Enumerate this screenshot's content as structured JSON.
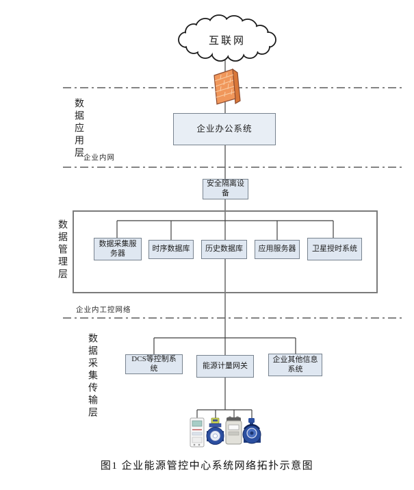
{
  "caption": "图1 企业能源管控中心系统网络拓扑示意图",
  "internet": {
    "label": "互联网",
    "icon": "cloud-icon"
  },
  "firewall": {
    "icon": "firewall-brick-icon"
  },
  "application_layer": {
    "layer_label": "数据应用层",
    "office_system": "企业办公系统",
    "network_label": "企业内网"
  },
  "isolation_device": {
    "label": "安全隔离设备"
  },
  "management_layer": {
    "layer_label": "数据管理层",
    "network_label": "企业内工控网络",
    "servers": [
      "数据采集服务器",
      "时序数据库",
      "历史数据库",
      "应用服务器",
      "卫星授时系统"
    ]
  },
  "collection_layer": {
    "layer_label": "数据采集传输层",
    "systems": [
      "DCS等控制系统",
      "能源计量网关",
      "企业其他信息系统"
    ],
    "meter_icons": [
      "electric-meter-icon",
      "flow-meter-icon",
      "gas-meter-icon",
      "water-meter-icon"
    ]
  },
  "colors": {
    "box_fill": "#dfe7f1",
    "box_fill_light": "#e8eef5",
    "box_border": "#77828e",
    "line": "#3f3f3f",
    "dash_line": "#5a5a5a",
    "firewall_orange": "#ef9556",
    "meter_blue": "#2b4fa0"
  }
}
